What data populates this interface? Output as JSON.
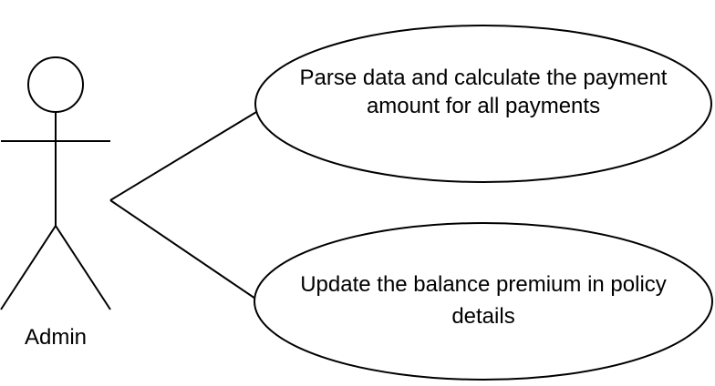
{
  "actor": {
    "name": "Admin"
  },
  "use_cases": [
    {
      "lines": [
        "Parse data and calculate the payment",
        "amount for all payments"
      ]
    },
    {
      "lines": [
        "Update the balance premium in policy",
        "details"
      ]
    }
  ],
  "colors": {
    "stroke": "#000000",
    "text": "#000000",
    "background": "#ffffff"
  }
}
